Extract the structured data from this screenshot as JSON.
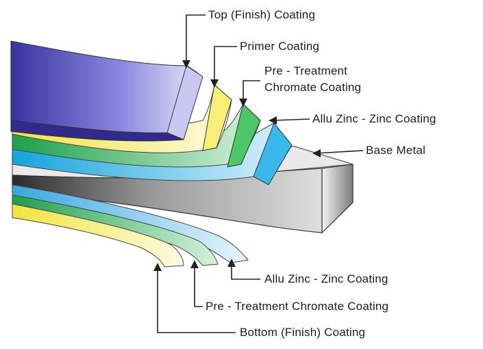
{
  "labels": {
    "top_finish": "Top (Finish) Coating",
    "primer": "Primer Coating",
    "pretreatment_top_line1": "Pre - Treatment",
    "pretreatment_top_line2": "Chromate Coating",
    "allu_zinc_top": "Allu Zinc - Zinc Coating",
    "base_metal": "Base Metal",
    "allu_zinc_bottom": "Allu Zinc - Zinc Coating",
    "pretreatment_bottom": "Pre - Treatment Chromate Coating",
    "bottom_finish": "Bottom (Finish) Coating"
  },
  "colors": {
    "top_finish": "#6a6ad8",
    "primer": "#f5f08a",
    "pretreatment": "#3cbf5a",
    "allu_zinc": "#34b8e6",
    "base_metal": "#c9c9c9",
    "leader": "#222222"
  }
}
